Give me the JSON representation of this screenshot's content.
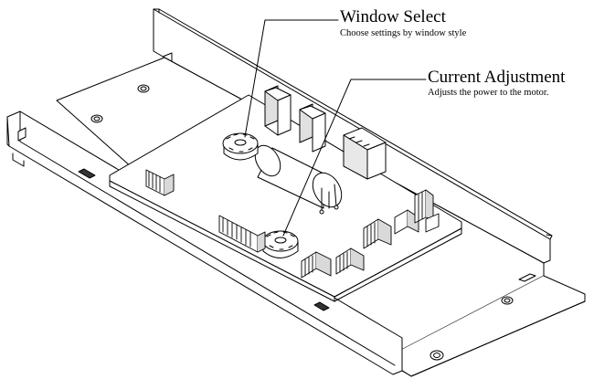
{
  "callouts": {
    "window_select": {
      "title": "Window Select",
      "description": "Choose settings by window style"
    },
    "current_adjustment": {
      "title": "Current Adjustment",
      "description": "Adjusts the power to the motor."
    }
  },
  "colors": {
    "line": "#000000",
    "fill": "#ffffff",
    "shade": "#d9d9d9"
  }
}
